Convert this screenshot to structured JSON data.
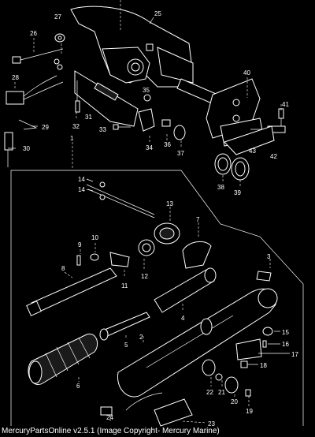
{
  "caption": "MercuryPartsOnline v2.5.1 (Image Copyright- Mercury Marine)",
  "callouts": [
    "1",
    "2",
    "3",
    "4",
    "5",
    "6",
    "7",
    "8",
    "9",
    "10",
    "11",
    "12",
    "13",
    "14",
    "14",
    "15",
    "16",
    "17",
    "18",
    "19",
    "20",
    "21",
    "22",
    "23",
    "24",
    "25",
    "26",
    "27",
    "28",
    "29",
    "30",
    "31",
    "32",
    "33",
    "34",
    "35",
    "36",
    "37",
    "38",
    "39",
    "40",
    "41",
    "42",
    "43"
  ]
}
